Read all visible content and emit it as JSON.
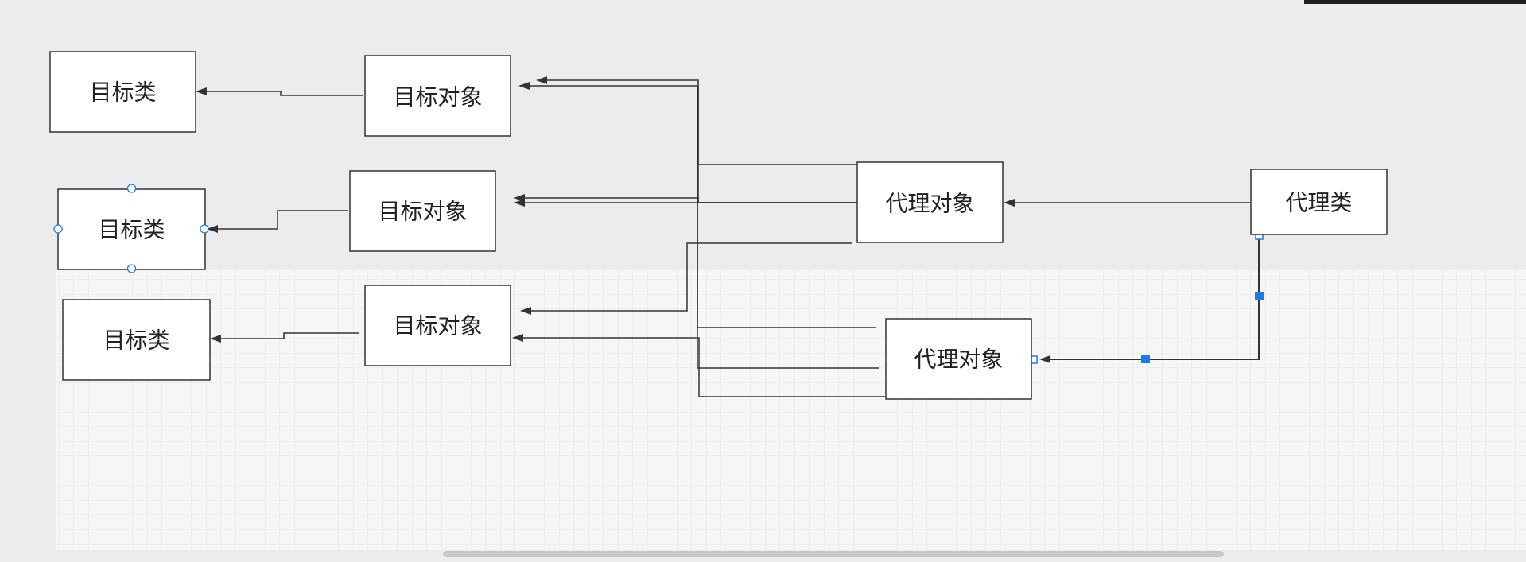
{
  "diagram": {
    "target_classes": [
      {
        "label": "目标类"
      },
      {
        "label": "目标类"
      },
      {
        "label": "目标类"
      }
    ],
    "target_objects": [
      {
        "label": "目标对象"
      },
      {
        "label": "目标对象"
      },
      {
        "label": "目标对象"
      }
    ],
    "proxy_objects": [
      {
        "label": "代理对象"
      },
      {
        "label": "代理对象"
      }
    ],
    "proxy_class": {
      "label": "代理类"
    }
  },
  "colors": {
    "canvas_bg": "#ebecee",
    "grid_bg": "#f6f6f7",
    "grid_line": "#e3e4e6",
    "box_fill": "#ffffff",
    "box_stroke": "#333333",
    "line": "#333333",
    "selection": "#1a7ae6"
  }
}
